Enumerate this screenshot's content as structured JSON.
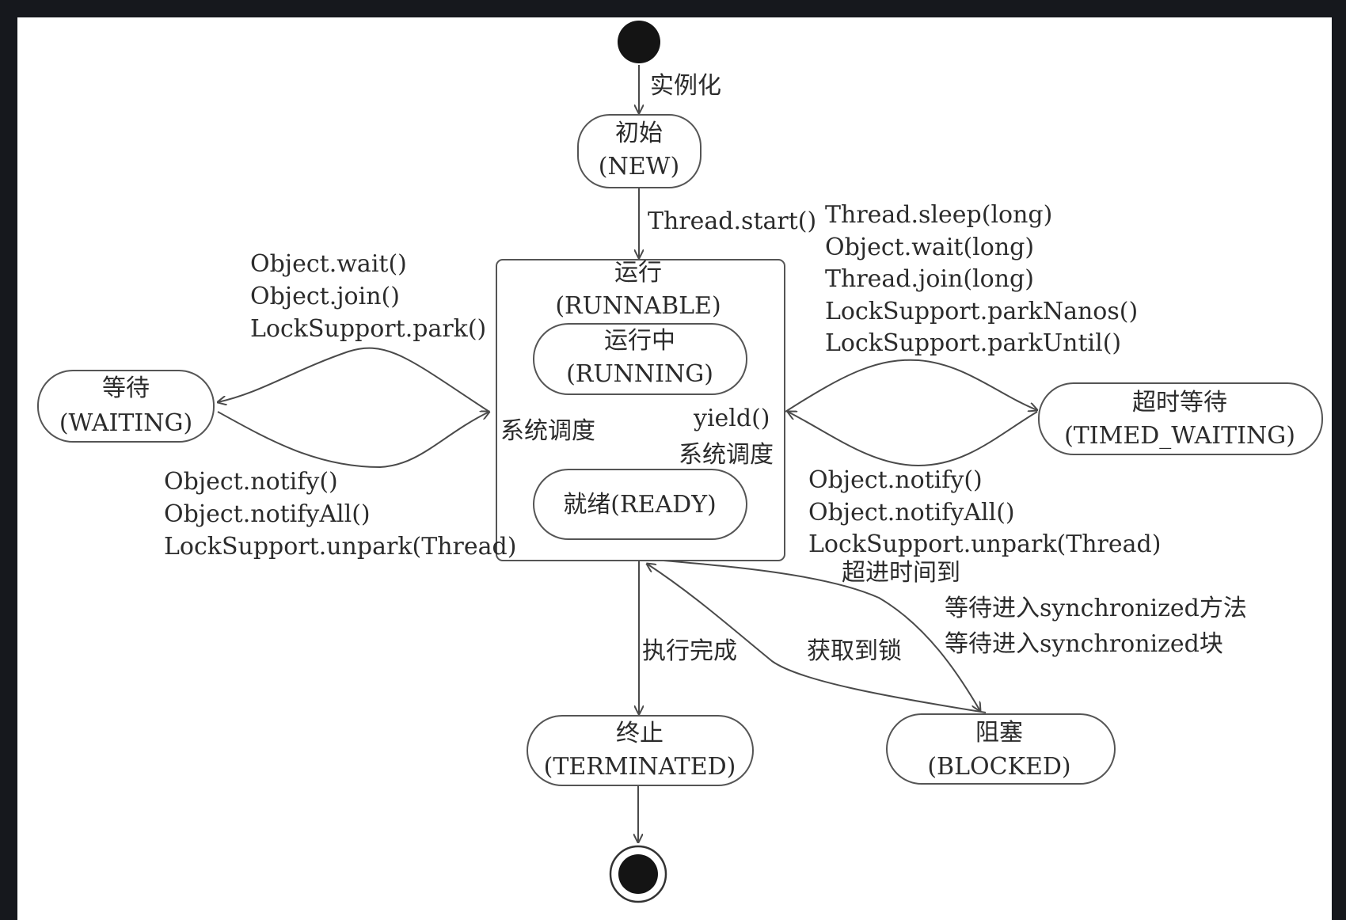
{
  "states": {
    "new": {
      "name": "初始",
      "code": "(NEW)"
    },
    "runnable": {
      "name": "运行",
      "code": "(RUNNABLE)"
    },
    "running": {
      "name": "运行中",
      "code": "(RUNNING)"
    },
    "ready": {
      "name": "就绪(READY)"
    },
    "waiting": {
      "name": "等待",
      "code": "(WAITING)"
    },
    "timed": {
      "name": "超时等待",
      "code": "(TIMED_WAITING)"
    },
    "terminated": {
      "name": "终止",
      "code": "(TERMINATED)"
    },
    "blocked": {
      "name": "阻塞",
      "code": "(BLOCKED)"
    }
  },
  "transitions": {
    "instantiate": "实例化",
    "start": "Thread.start()",
    "to_waiting": [
      "Object.wait()",
      "Object.join()",
      "LockSupport.park()"
    ],
    "from_waiting": [
      "Object.notify()",
      "Object.notifyAll()",
      "LockSupport.unpark(Thread)"
    ],
    "to_timed": [
      "Thread.sleep(long)",
      "Object.wait(long)",
      "Thread.join(long)",
      "LockSupport.parkNanos()",
      "LockSupport.parkUntil()"
    ],
    "from_timed": [
      "Object.notify()",
      "Object.notifyAll()",
      "LockSupport.unpark(Thread)",
      "超进时间到"
    ],
    "sched_left": "系统调度",
    "yield": "yield()",
    "sched_right": "系统调度",
    "done": "执行完成",
    "got_lock": "获取到锁",
    "to_blocked": [
      "等待进入synchronized方法",
      "等待进入synchronized块"
    ]
  }
}
